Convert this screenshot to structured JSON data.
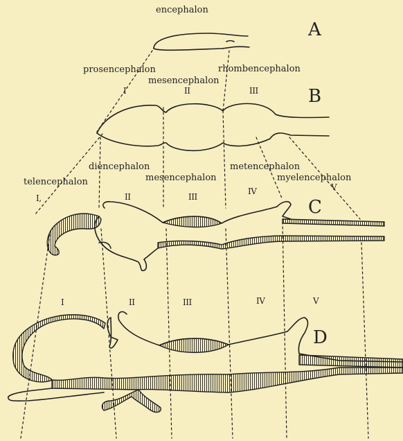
{
  "labels": {
    "encephalon": "encephalon",
    "prosencephalon": "prosencephalon",
    "rhombencephalon": "rhombencephalon",
    "mesencephalon_b": "mesencephalon",
    "diencephalon": "diencephalon",
    "metencephalon": "metencephalon",
    "telencephalon": "telencephalon",
    "mesencephalon_c": "mesencephalon",
    "myelencephalon": "myelencephalon"
  },
  "stage_letters": {
    "a": "A",
    "b": "B",
    "c": "C",
    "d": "D"
  },
  "roman_b": [
    "I",
    "II",
    "III"
  ],
  "roman_c": [
    "I,",
    "II",
    "III",
    "IV",
    "V"
  ],
  "roman_d": [
    "I",
    "II",
    "III",
    "IV",
    "V"
  ]
}
